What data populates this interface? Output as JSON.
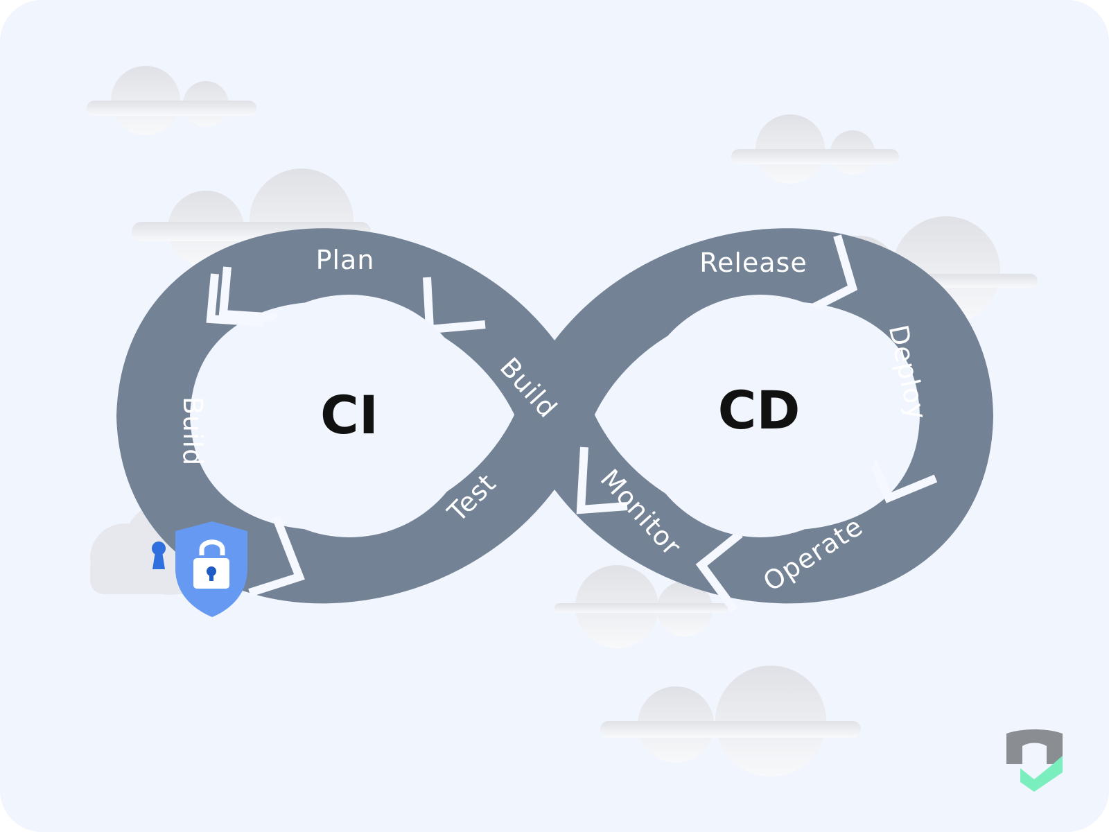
{
  "diagram": {
    "ci_label": "CI",
    "cd_label": "CD",
    "stages": {
      "plan": "Plan",
      "build_left": "Build",
      "build_center": "Build",
      "test": "Test",
      "release": "Release",
      "deploy": "Deploy",
      "operate": "Operate",
      "monitor": "Monitor"
    }
  },
  "colors": {
    "background": "#f1f5fd",
    "loop": "#738294",
    "gap": "#f5f8fe",
    "cloud": "#e6e8ee",
    "shield": "#6699f2",
    "logo_grey": "#8a8e93",
    "logo_green": "#7aeebc"
  },
  "icons": [
    "shield-lock-icon",
    "keyhole-icon",
    "brand-logo-icon"
  ]
}
